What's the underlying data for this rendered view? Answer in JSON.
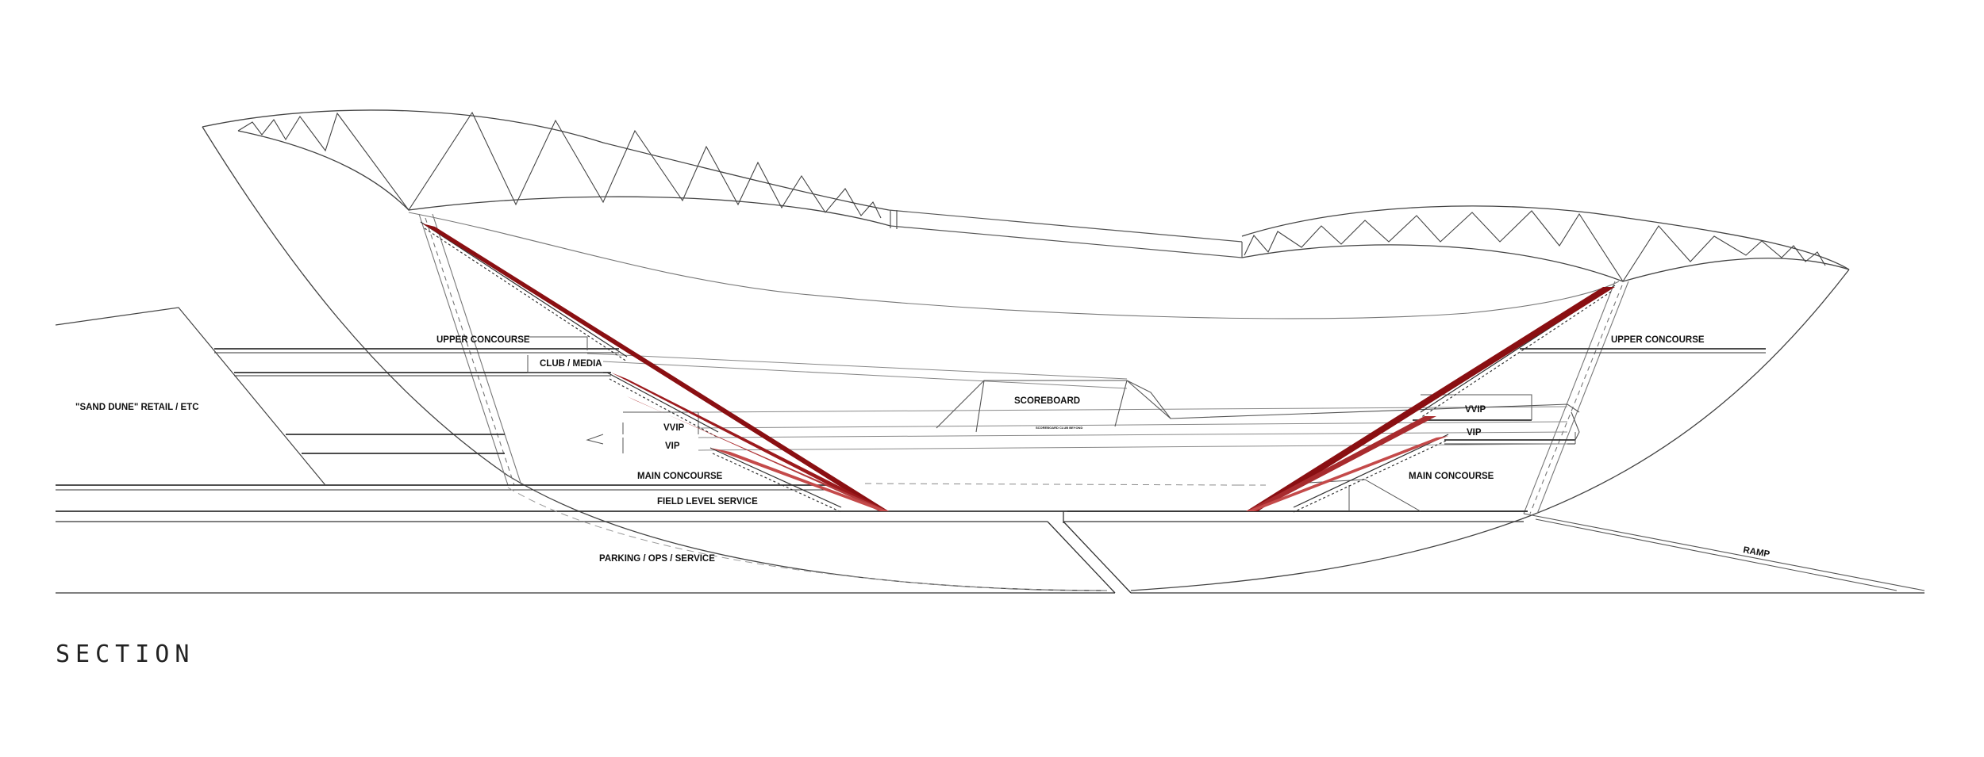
{
  "title": "SECTION",
  "labels": {
    "upper_concourse_left": "UPPER CONCOURSE",
    "upper_concourse_right": "UPPER CONCOURSE",
    "club_media": "CLUB / MEDIA",
    "sand_dune": "\"SAND DUNE\" RETAIL / ETC",
    "scoreboard": "SCOREBOARD",
    "scoreboard_note": "SCOREBOARD CLUB BEYOND",
    "vvip_left": "VVIP",
    "vip_left": "VIP",
    "vvip_right": "VVIP",
    "vip_right": "VIP",
    "main_concourse_left": "MAIN CONCOURSE",
    "main_concourse_right": "MAIN CONCOURSE",
    "field_level_service": "FIELD LEVEL SERVICE",
    "parking": "PARKING / OPS / SERVICE",
    "ramp": "RAMP"
  },
  "colors": {
    "line": "#3a3a3a",
    "sightline_dark": "#8a0f12",
    "sightline_light": "#c44a4a"
  }
}
